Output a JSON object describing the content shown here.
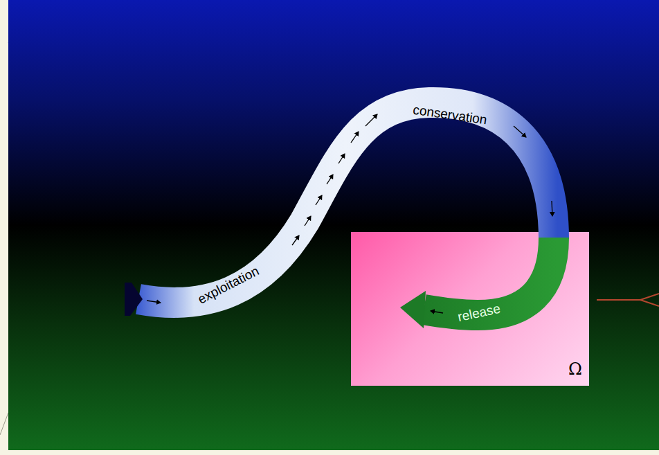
{
  "diagram": {
    "nodes": [
      {
        "text": [
          "Ω"
        ]
      }
    ],
    "labels": [
      "exploitation",
      "conservation",
      "release"
    ]
  }
}
